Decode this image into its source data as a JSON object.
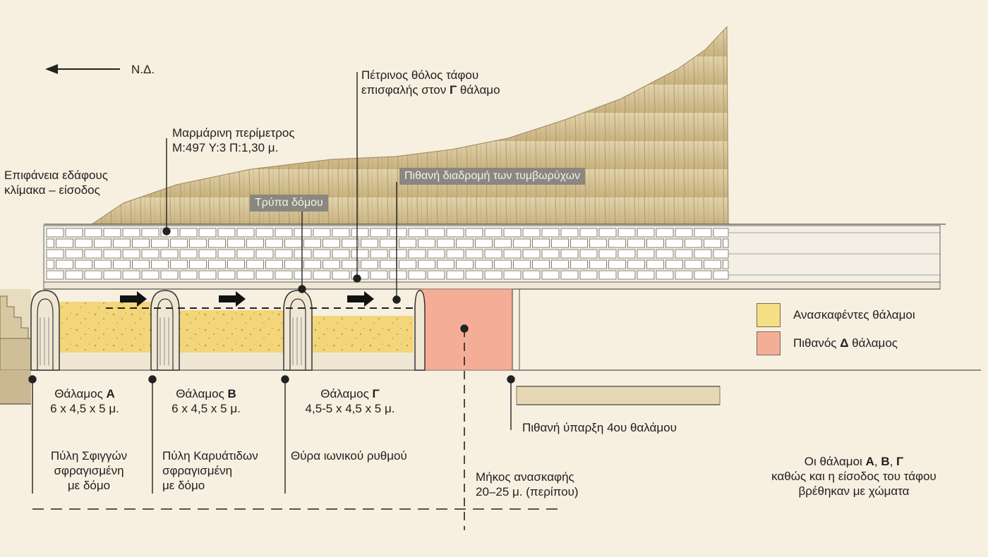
{
  "direction": "Ν.Δ.",
  "labels": {
    "dome_line1": "Πέτρινος θόλος τάφου",
    "dome_line2": "επισφαλής στον",
    "dome_bold": "Γ",
    "dome_line2_end": "θάλαμο",
    "perimeter_line1": "Μαρμάρινη περίμετρος",
    "perimeter_line2": "Μ:497  Υ:3  Π:1,30 μ.",
    "surface_line1": "Επιφάνεια εδάφους",
    "surface_line2": "κλίμακα – είσοδος",
    "robbers_path": "Πιθανή διαδρομή των τυμβωρύχων",
    "dome_hole": "Τρύπα δόμου"
  },
  "chambers": [
    {
      "name": "Θάλαμος",
      "letter": "Α",
      "dims": "6 x 4,5 x 5 μ.",
      "gate": [
        "Πύλη Σφιγγών",
        "σφραγισμένη",
        "με δόμο"
      ]
    },
    {
      "name": "Θάλαμος",
      "letter": "Β",
      "dims": "6 x 4,5 x 5 μ.",
      "gate": [
        "Πύλη Καρυάτιδων",
        "σφραγισμένη",
        "με δόμο"
      ]
    },
    {
      "name": "Θάλαμος",
      "letter": "Γ",
      "dims": "4,5-5 x 4,5 x 5 μ.",
      "gate": [
        "Θύρα ιωνικού ρυθμού"
      ]
    }
  ],
  "fourth_chamber": "Πιθανή ύπαρξη 4ου θαλάμου",
  "excavation": [
    "Μήκος ανασκαφής",
    "20–25 μ. (περίπου)"
  ],
  "legend": [
    {
      "label": "Ανασκαφέντες θάλαμοι",
      "color": "#f5df84",
      "bold": ""
    },
    {
      "label": "Πιθανός",
      "color": "#f4ae98",
      "bold": "Δ",
      "label_end": "θάλαμος"
    }
  ],
  "note": {
    "line1": "Οι θάλαμοι",
    "letters": [
      "Α",
      "Β",
      "Γ"
    ],
    "line2": "καθώς και η είσοδος του τάφου",
    "line3": "βρέθηκαν με χώματα"
  },
  "colors": {
    "background": "#f7efe0",
    "excavated": "#f5df84",
    "possible_d": "#f4ae98",
    "mound": "#d8c79c",
    "wall": "#ffffff",
    "tag": "#8a8780"
  }
}
